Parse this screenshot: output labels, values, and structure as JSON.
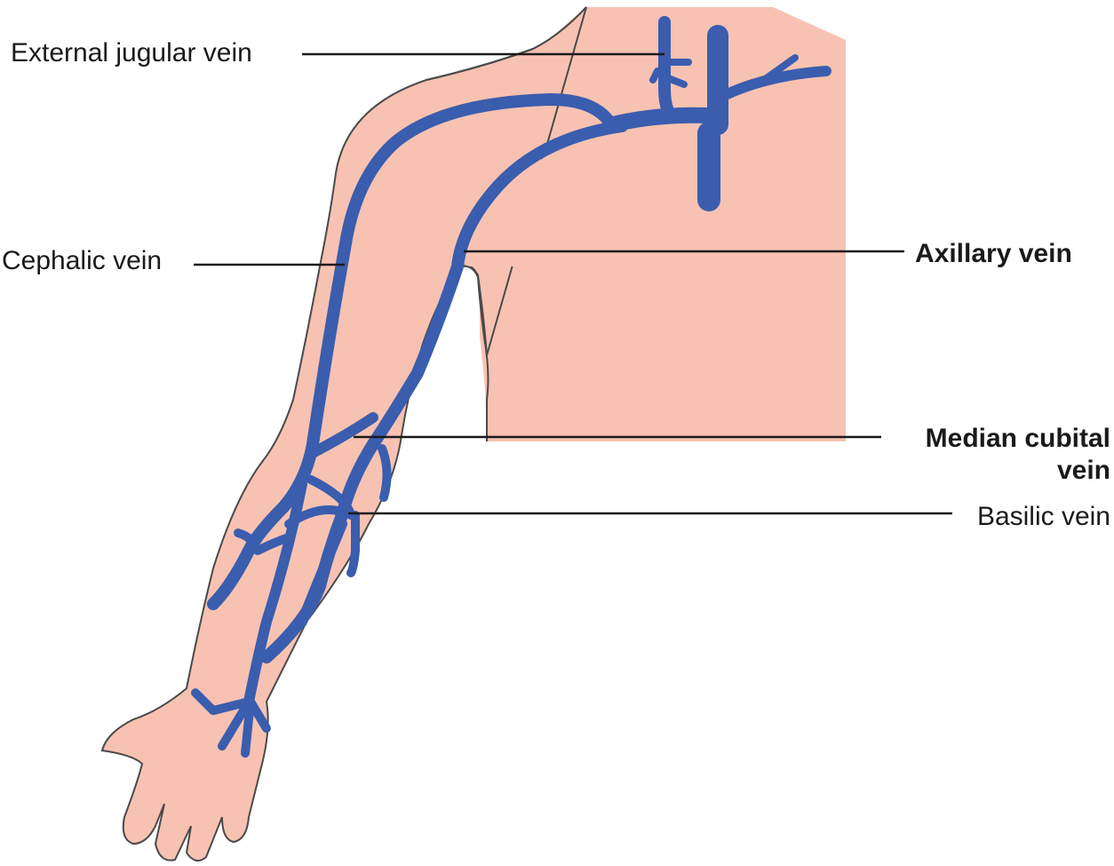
{
  "labels": {
    "external_jugular": "External jugular vein",
    "cephalic": "Cephalic vein",
    "axillary": "Axillary vein",
    "median_cubital_line1": "Median cubital",
    "median_cubital_line2": "vein",
    "basilic": "Basilic vein"
  },
  "colors": {
    "skin": "#f8c2b2",
    "vein": "#3a5dae",
    "outline": "#4a4a4a",
    "leader_line": "#1a1a1a",
    "background": "#ffffff"
  }
}
